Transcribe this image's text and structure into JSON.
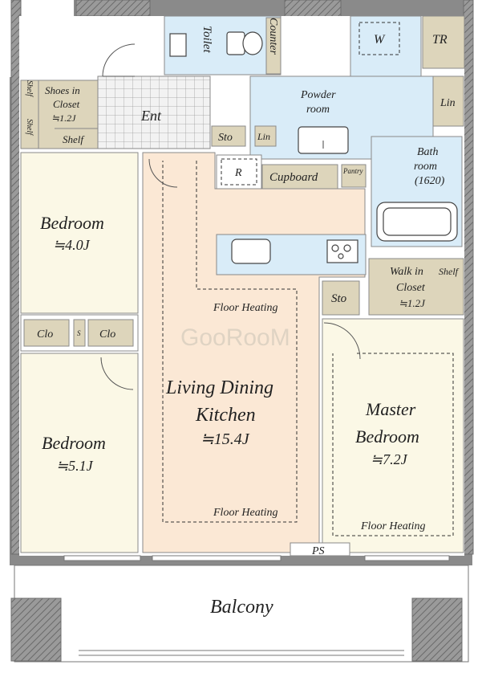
{
  "rooms": {
    "toilet": "Toilet",
    "counter": "Counter",
    "washer": "W",
    "trunk_room": "TR",
    "shoes_closet": [
      "Shoes in",
      "Closet",
      "≒1.2J"
    ],
    "shelf_a": "Shelf",
    "shelf_b": "Shelf",
    "shelf_c": "Shelf",
    "entrance": "Ent",
    "powder_room": [
      "Powder",
      "room"
    ],
    "linen_top": "Lin",
    "storage_1": "Sto",
    "linen_small": "Lin",
    "bath_room": [
      "Bath",
      "room",
      "(1620)"
    ],
    "refrigerator": "R",
    "cupboard": "Cupboard",
    "pantry": "Pantry",
    "bedroom_1": {
      "name": "Bedroom",
      "area": "≒4.0J"
    },
    "closet_1": "Clo",
    "closet_s": "S",
    "closet_2": "Clo",
    "walk_in_closet": [
      "Walk in",
      "Closet",
      "≒1.2J"
    ],
    "walk_in_shelf": "Shelf",
    "storage_2": "Sto",
    "floor_heating_1": "Floor Heating",
    "ldk": {
      "name_1": "Living Dining",
      "name_2": "Kitchen",
      "area": "≒15.4J"
    },
    "floor_heating_2": "Floor Heating",
    "bedroom_2": {
      "name": "Bedroom",
      "area": "≒5.1J"
    },
    "master_bedroom": {
      "name_1": "Master",
      "name_2": "Bedroom",
      "area": "≒7.2J"
    },
    "floor_heating_3": "Floor Heating",
    "pipe_space": "PS",
    "balcony": "Balcony"
  },
  "watermark": "GooRooM",
  "colors": {
    "bedroom_fill": "#fbf8e6",
    "ldk_fill": "#fbe8d5",
    "wet_area_fill": "#d9ecf8",
    "storage_fill": "#ddd5bb",
    "entrance_fill": "#eeeeee",
    "wall_grey": "#7d7d7d"
  }
}
